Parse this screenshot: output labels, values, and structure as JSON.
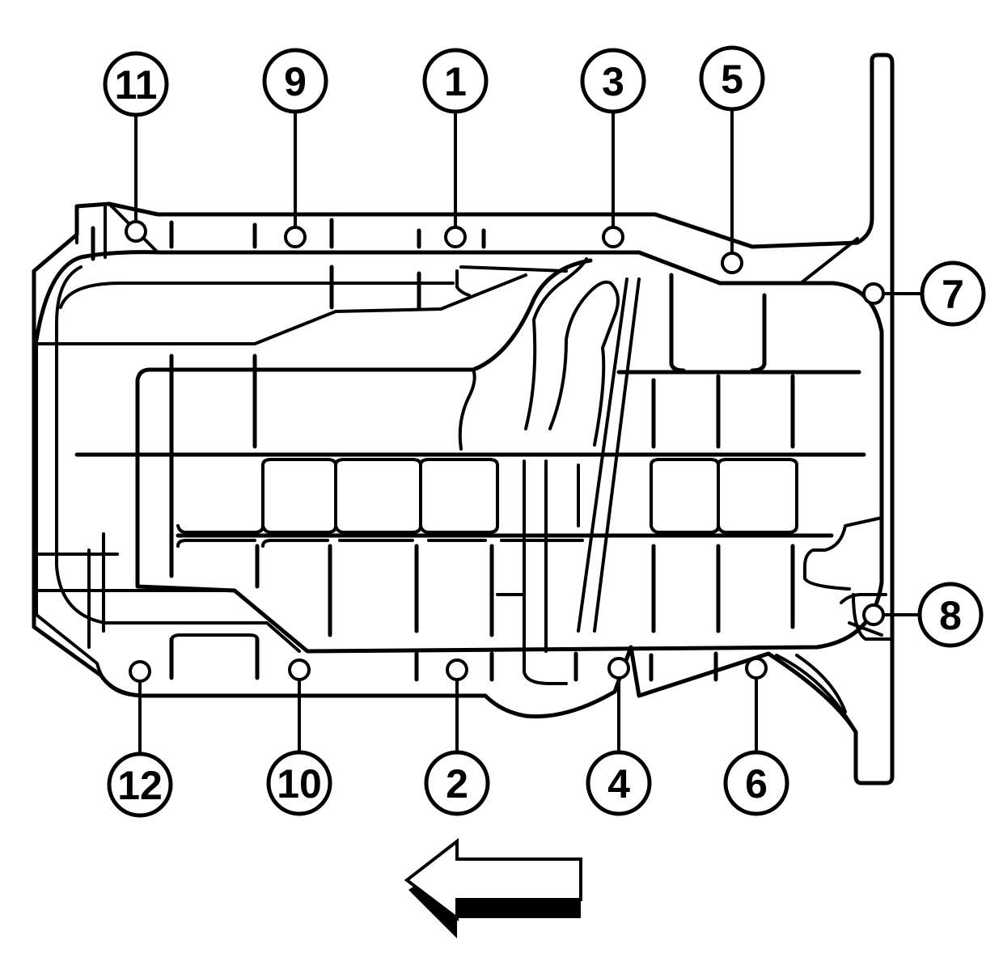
{
  "diagram": {
    "callouts": [
      {
        "label": "1",
        "position": "top"
      },
      {
        "label": "2",
        "position": "bottom"
      },
      {
        "label": "3",
        "position": "top"
      },
      {
        "label": "4",
        "position": "bottom"
      },
      {
        "label": "5",
        "position": "top"
      },
      {
        "label": "6",
        "position": "bottom"
      },
      {
        "label": "7",
        "position": "right"
      },
      {
        "label": "8",
        "position": "right"
      },
      {
        "label": "9",
        "position": "top"
      },
      {
        "label": "10",
        "position": "bottom"
      },
      {
        "label": "11",
        "position": "top"
      },
      {
        "label": "12",
        "position": "bottom"
      }
    ],
    "direction_arrow": "left",
    "colors": {
      "line": "#000000",
      "background": "#ffffff"
    }
  }
}
